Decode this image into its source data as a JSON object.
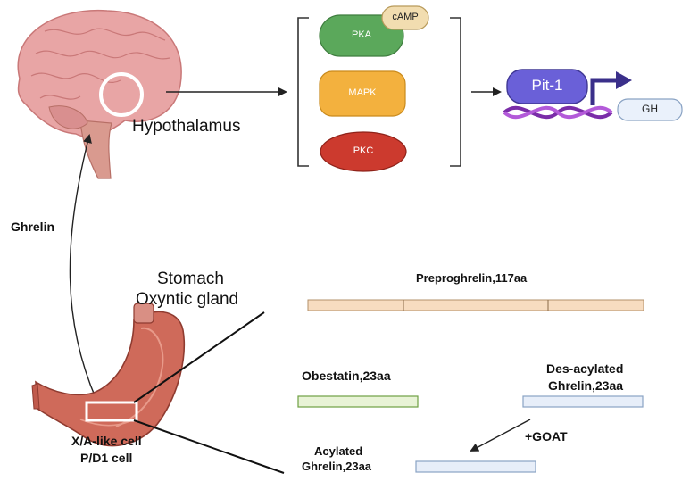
{
  "brain": {
    "region_label": "Hypothalamus"
  },
  "pathway": {
    "kinases": [
      {
        "label": "PKA",
        "color": "#5ba85b",
        "badge": "cAMP",
        "badge_color": "#f2ddb0"
      },
      {
        "label": "MAPK",
        "color": "#f3b13e"
      },
      {
        "label": "PKC",
        "color": "#cc3a2e"
      }
    ],
    "transcription_factor": {
      "label": "Pit-1",
      "color": "#6a60d8"
    },
    "gene": {
      "label": "GH"
    }
  },
  "hormone_arrow_label": "Ghrelin",
  "stomach": {
    "title_line1": "Stomach",
    "title_line2": "Oxyntic gland",
    "cell_line1": "X/A-like cell",
    "cell_line2": "P/D1 cell"
  },
  "peptides": {
    "preproghrelin": "Preproghrelin,117aa",
    "obestatin": "Obestatin,23aa",
    "des_acylated_line1": "Des-acylated",
    "des_acylated_line2": "Ghrelin,23aa",
    "enzyme": "+GOAT",
    "acylated_line1": "Acylated",
    "acylated_line2": "Ghrelin,23aa"
  }
}
